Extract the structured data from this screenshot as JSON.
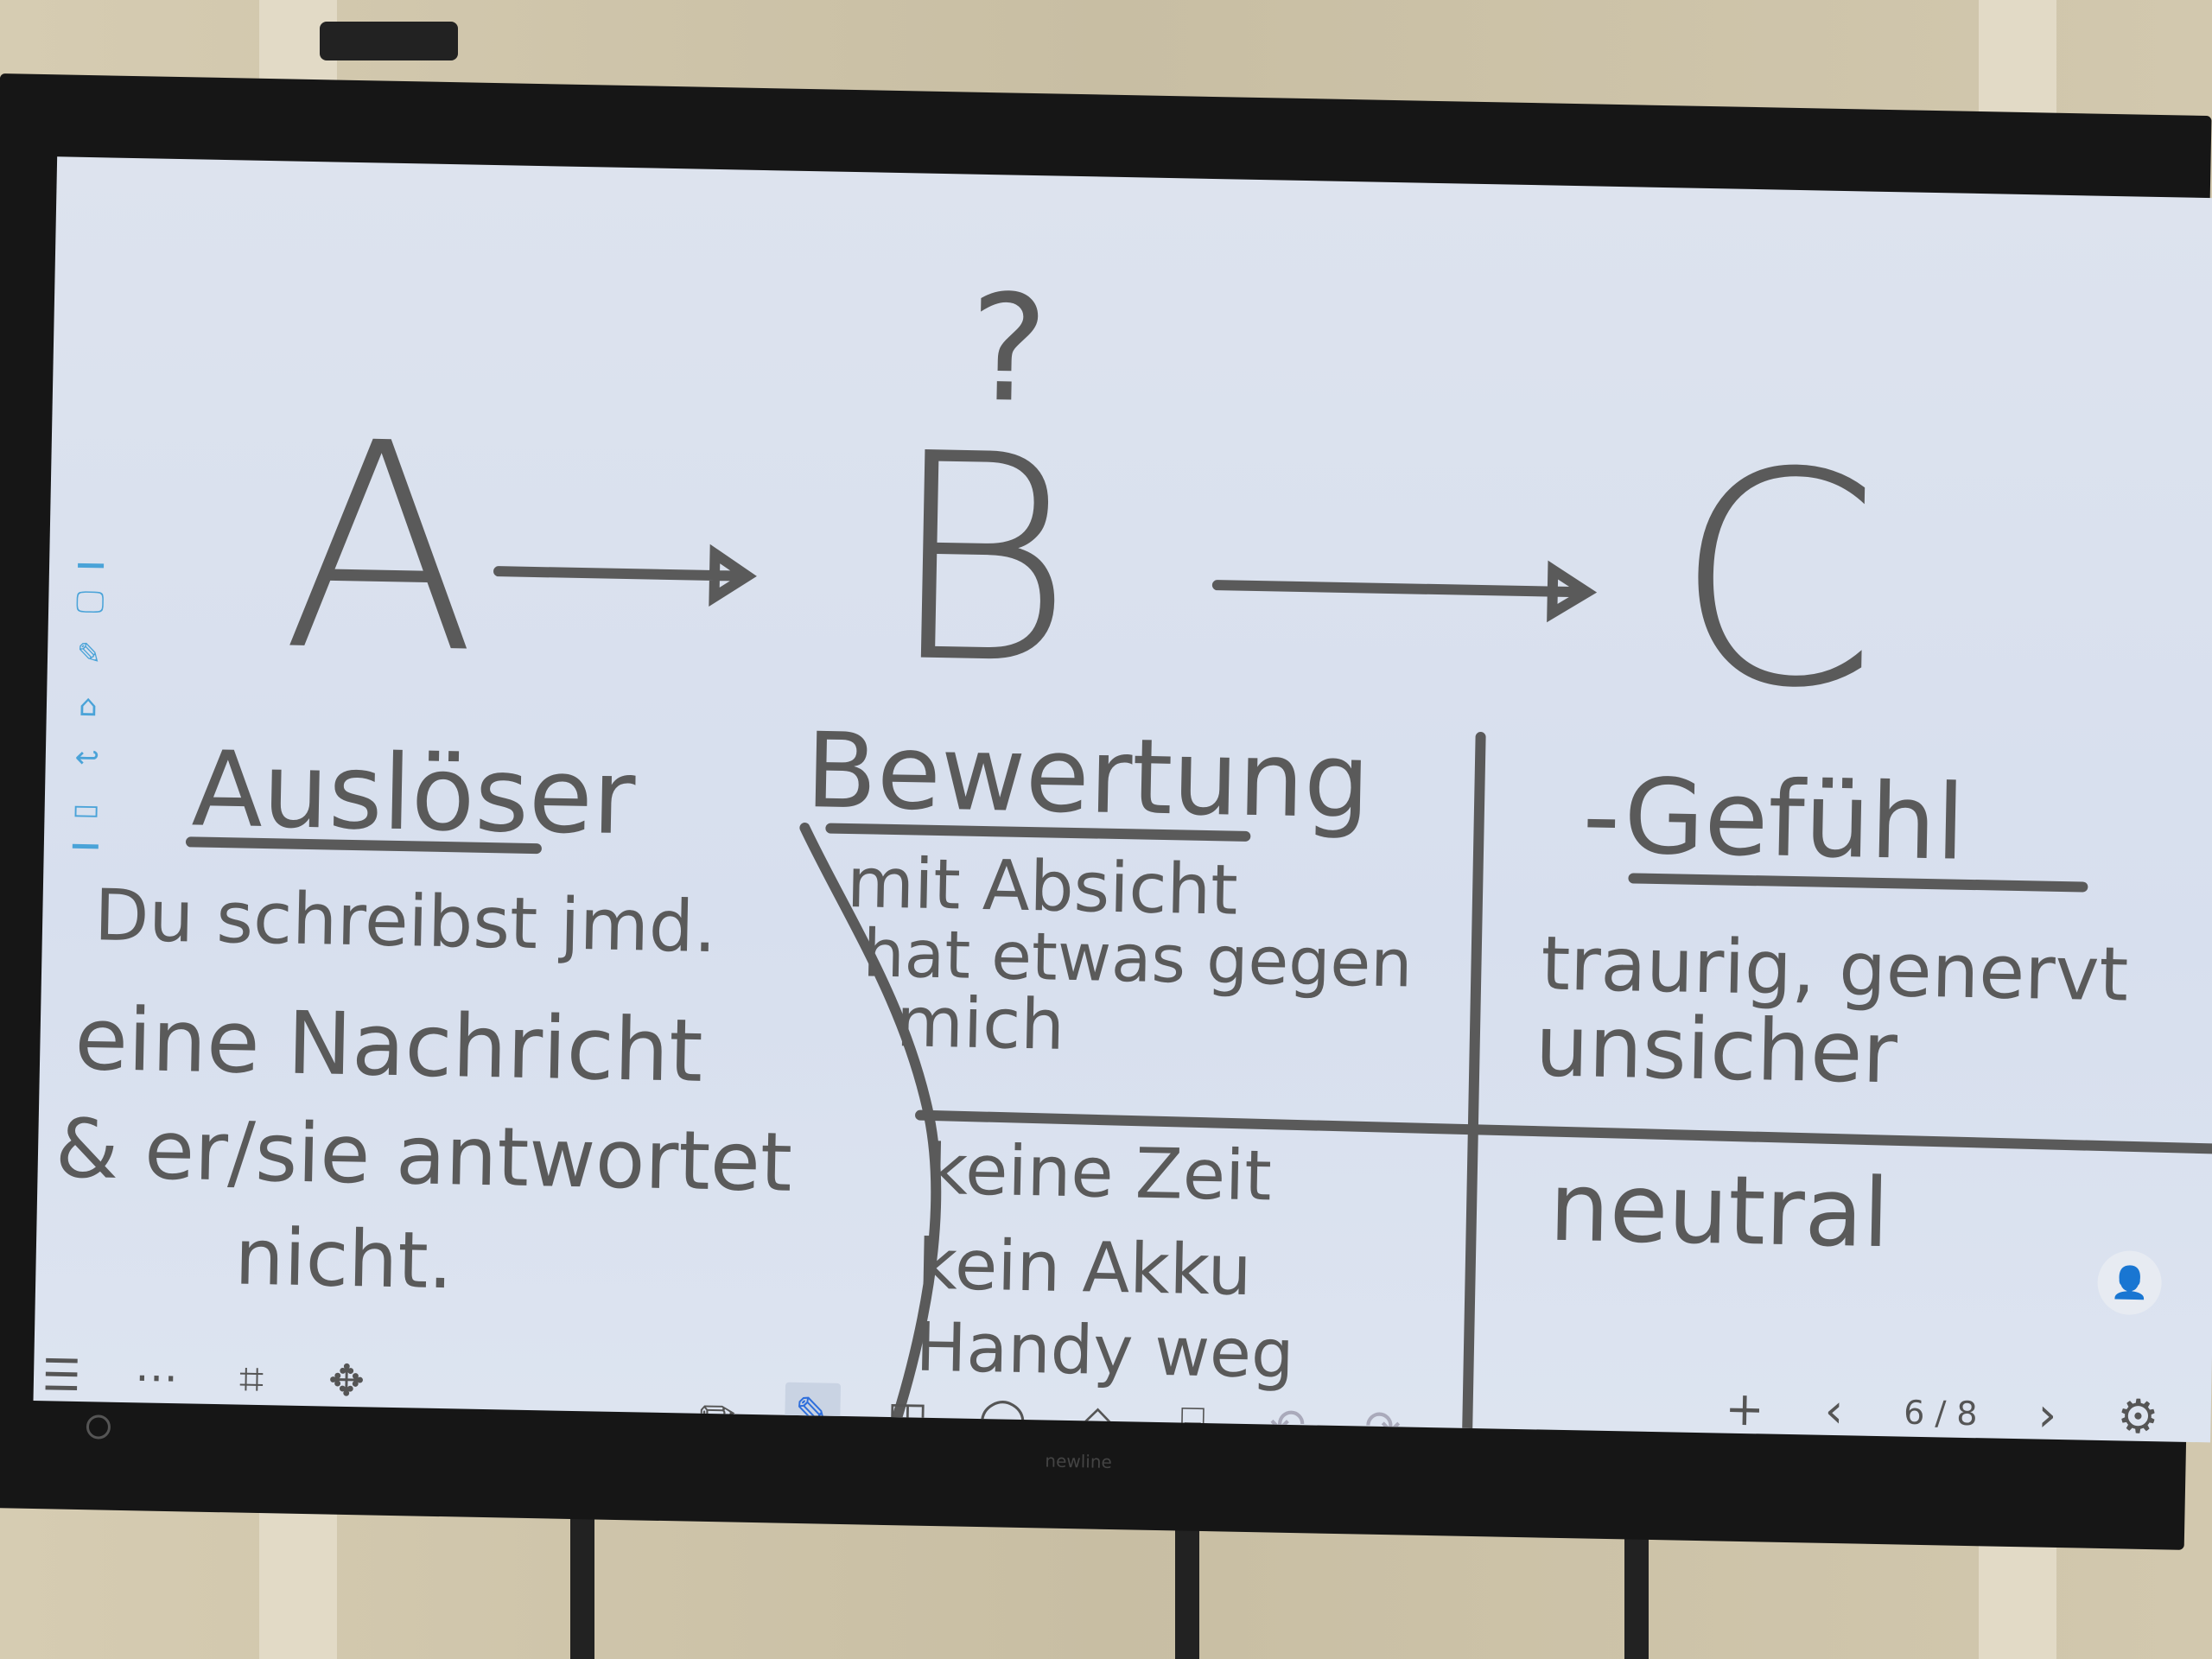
{
  "board": {
    "question_mark": "?",
    "letters": [
      "A",
      "B",
      "C"
    ],
    "headings": {
      "a": "Auslöser",
      "b": "Bewertung",
      "c": "-Gefühl"
    },
    "trigger_lines": [
      "Du schreibst jmd.",
      "eine Nachricht",
      "& er/sie antwortet",
      "nicht."
    ],
    "evaluation_1": [
      "mit Absicht",
      "hat etwas gegen",
      "mich"
    ],
    "feeling_1": [
      "traurig, genervt",
      "unsicher"
    ],
    "evaluation_2": [
      "keine Zeit",
      "kein Akku",
      "Handy weg"
    ],
    "feeling_2": [
      "neutral"
    ]
  },
  "toolbar": {
    "pagination": "6 / 8",
    "active_tool": "highlighter",
    "accent_color": "#2f6fdc"
  },
  "device": {
    "brand": "newline"
  }
}
